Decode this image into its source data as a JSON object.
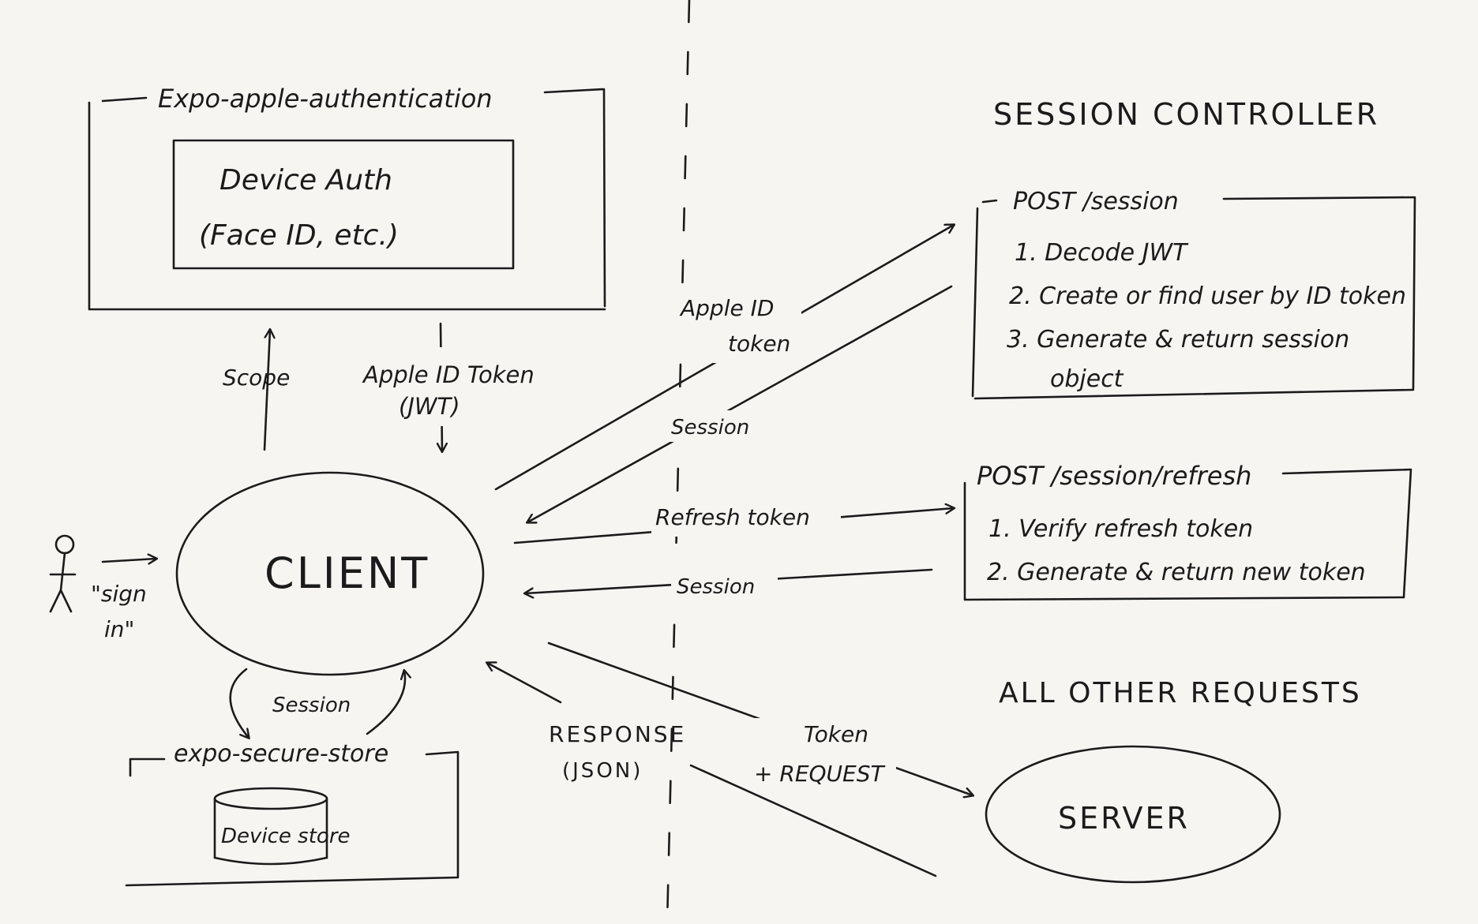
{
  "groups": {
    "apple_auth": {
      "label": "Expo-apple-authentication",
      "inner_line1": "Device Auth",
      "inner_line2": "(Face ID, etc.)"
    },
    "secure_store": {
      "label": "expo-secure-store",
      "inner": "Device store"
    },
    "session_controller": {
      "title": "SESSION CONTROLLER"
    },
    "post_session": {
      "label": "POST /session",
      "steps": [
        "1. Decode JWT",
        "2. Create or find user by ID token",
        "3. Generate & return session",
        "object"
      ]
    },
    "post_refresh": {
      "label": "POST /session/refresh",
      "steps": [
        "1. Verify refresh token",
        "2. Generate & return new token"
      ]
    },
    "all_other": {
      "title": "ALL OTHER REQUESTS"
    }
  },
  "nodes": {
    "client": "CLIENT",
    "server": "SERVER"
  },
  "edges": {
    "scope": "Scope",
    "apple_id_token_line1": "Apple ID Token",
    "apple_id_token_line2": "(JWT)",
    "apple_id_line1": "Apple ID",
    "apple_id_line2": "token",
    "session_1": "Session",
    "refresh_token": "Refresh token",
    "session_2": "Session",
    "session_store": "Session",
    "response_line1": "RESPONSE",
    "response_line2": "(JSON)",
    "token_line1": "Token",
    "token_line2": "+ REQUEST",
    "sign_in_line1": "\"sign",
    "sign_in_line2": "in\""
  }
}
